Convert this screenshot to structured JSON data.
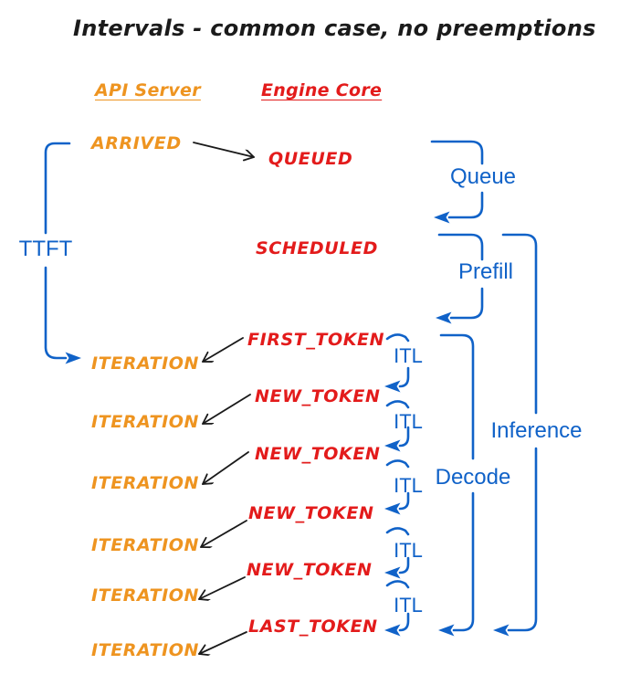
{
  "title": "Intervals - common case, no preemptions",
  "columns": {
    "api_server": "API Server",
    "engine_core": "Engine Core"
  },
  "events": {
    "arrived": "ARRIVED",
    "queued": "QUEUED",
    "scheduled": "SCHEDULED",
    "first_token": "FIRST_TOKEN",
    "new_token": "NEW_TOKEN",
    "last_token": "LAST_TOKEN",
    "iteration": "ITERATION"
  },
  "intervals": {
    "ttft": "TTFT",
    "queue": "Queue",
    "prefill": "Prefill",
    "itl": "ITL",
    "decode": "Decode",
    "inference": "Inference"
  },
  "colors": {
    "api_server_orange": "#EE9420",
    "engine_core_red": "#E31B1B",
    "interval_blue": "#1062C8",
    "arrow_black": "#1a1a1a",
    "background": "#FFFFFF"
  }
}
